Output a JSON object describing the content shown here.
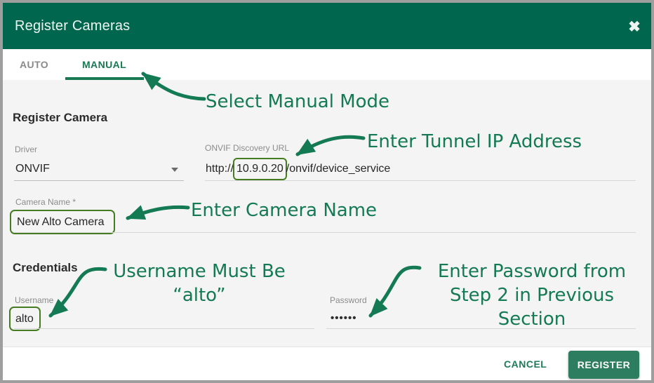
{
  "dialog": {
    "title": "Register Cameras",
    "close_icon": "✖",
    "tabs": {
      "auto": "AUTO",
      "manual": "MANUAL"
    },
    "register_camera": {
      "heading": "Register Camera",
      "driver": {
        "label": "Driver",
        "value": "ONVIF"
      },
      "onvif_url": {
        "label": "ONVIF Discovery URL",
        "prefix": "http://",
        "highlight": "10.9.0.20",
        "suffix": "/onvif/device_service"
      },
      "camera_name": {
        "label": "Camera Name *",
        "value": "New Alto Camera"
      }
    },
    "credentials": {
      "heading": "Credentials",
      "username": {
        "label": "Username",
        "value": "alto"
      },
      "password": {
        "label": "Password",
        "value_masked": "••••••"
      }
    },
    "footer": {
      "cancel_label": "CANCEL",
      "register_label": "REGISTER"
    }
  },
  "annotations": {
    "select_manual": "Select Manual Mode",
    "tunnel_ip": "Enter Tunnel IP Address",
    "camera_name": "Enter Camera Name",
    "username_line1": "Username Must Be",
    "username_line2": "“alto”",
    "password_line1": "Enter Password from",
    "password_line2": "Step 2 in Previous",
    "password_line3": "Section"
  },
  "colors": {
    "header_green": "#00664e",
    "accent_green": "#177a53",
    "annotation_green": "#147a54",
    "highlight_box_green": "#457c21",
    "register_button_green": "#2d7d60",
    "body_background": "#f4f4f4"
  }
}
